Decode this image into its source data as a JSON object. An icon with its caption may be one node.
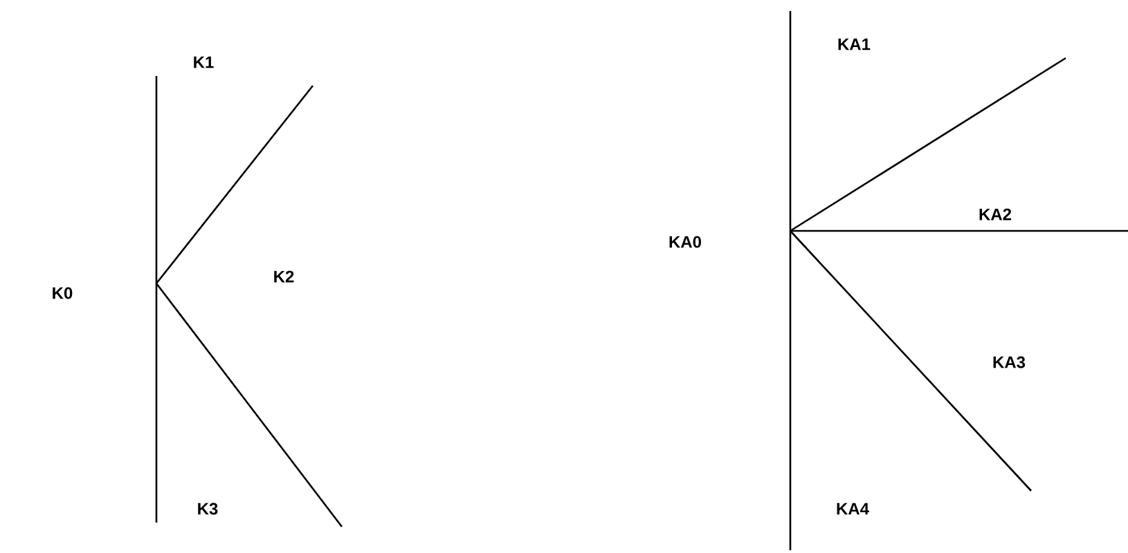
{
  "diagram": {
    "labels": [
      "K0",
      "K1",
      "K2",
      "K3",
      "KA0",
      "KA1",
      "KA2",
      "KA3",
      "KA4"
    ]
  }
}
